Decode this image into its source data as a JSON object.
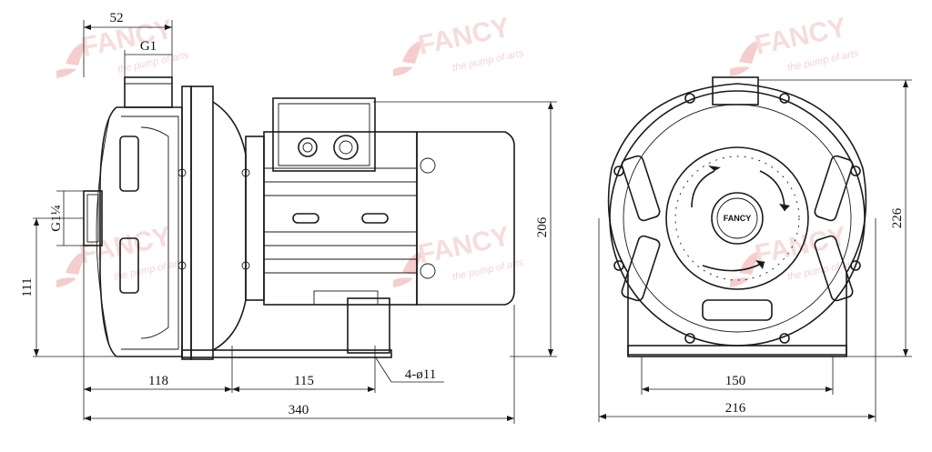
{
  "watermark": {
    "brand": "FANCY",
    "tagline": "the pump of arts"
  },
  "pump_logo": "FANCY",
  "dimensions": {
    "top_flange_offset": "52",
    "outlet_thread": "G1",
    "inlet_thread": "G1¼",
    "inlet_height": "111",
    "base_front": "118",
    "base_span": "115",
    "mount_holes": "4-ø11",
    "total_length": "340",
    "side_height": "206",
    "front_base_span": "150",
    "front_width": "216",
    "front_height": "226"
  }
}
